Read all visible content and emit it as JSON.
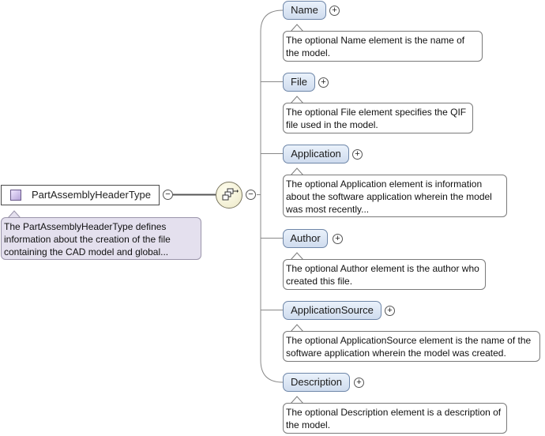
{
  "root": {
    "name": "PartAssemblyHeaderType",
    "doc": "The PartAssemblyHeaderType defines information about the creation of the file containing the CAD model and global..."
  },
  "compositor": {
    "icon": "sequence-icon",
    "toggle": "−"
  },
  "root_toggle": "−",
  "children": [
    {
      "key": "name",
      "label": "Name",
      "toggle": "+",
      "doc": "The optional Name element is the name of the model."
    },
    {
      "key": "file",
      "label": "File",
      "toggle": "+",
      "doc": "The optional File element specifies the QIF file used in the model."
    },
    {
      "key": "application",
      "label": "Application",
      "toggle": "+",
      "doc": "The optional Application element is information about the software application wherein the model was most recently..."
    },
    {
      "key": "author",
      "label": "Author",
      "toggle": "+",
      "doc": "The optional Author element is the author who created this file."
    },
    {
      "key": "applicationsource",
      "label": "ApplicationSource",
      "toggle": "+",
      "doc": "The optional ApplicationSource element is the name of the software application wherein the model was created."
    },
    {
      "key": "description",
      "label": "Description",
      "toggle": "+",
      "doc": "The optional Description element is a description of the model."
    }
  ],
  "colors": {
    "element_fill": "#cfdcee",
    "element_border": "#6e86a8",
    "root_doc_fill": "#e4e0ee",
    "connector": "#888888"
  }
}
